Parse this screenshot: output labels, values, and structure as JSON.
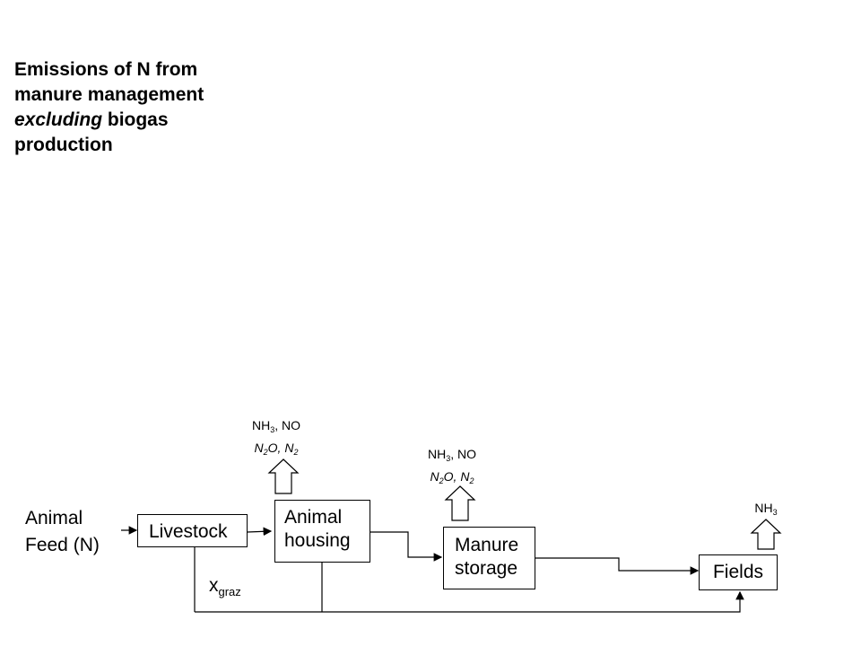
{
  "title": {
    "line1": "Emissions of N from",
    "line2": "manure management",
    "italic": "excluding",
    "line3_rest": " biogas",
    "line4": "production"
  },
  "input": {
    "line1": "Animal",
    "line2": "Feed (N)"
  },
  "boxes": {
    "livestock": "Livestock",
    "housing_line1": "Animal",
    "housing_line2": "housing",
    "storage_line1": "Manure",
    "storage_line2": "storage",
    "fields": "Fields"
  },
  "emissions": {
    "housing": {
      "a": "NH",
      "a_sub": "3",
      "b": ", NO",
      "c": "N",
      "c_sub": "2",
      "d": "O, N",
      "d_sub": "2"
    },
    "storage": {
      "a": "NH",
      "a_sub": "3",
      "b": ", NO",
      "c": "N",
      "c_sub": "2",
      "d": "O, N",
      "d_sub": "2"
    },
    "fields": {
      "a": "NH",
      "a_sub": "3"
    }
  },
  "grazing": {
    "x": "x",
    "sub": "graz"
  }
}
